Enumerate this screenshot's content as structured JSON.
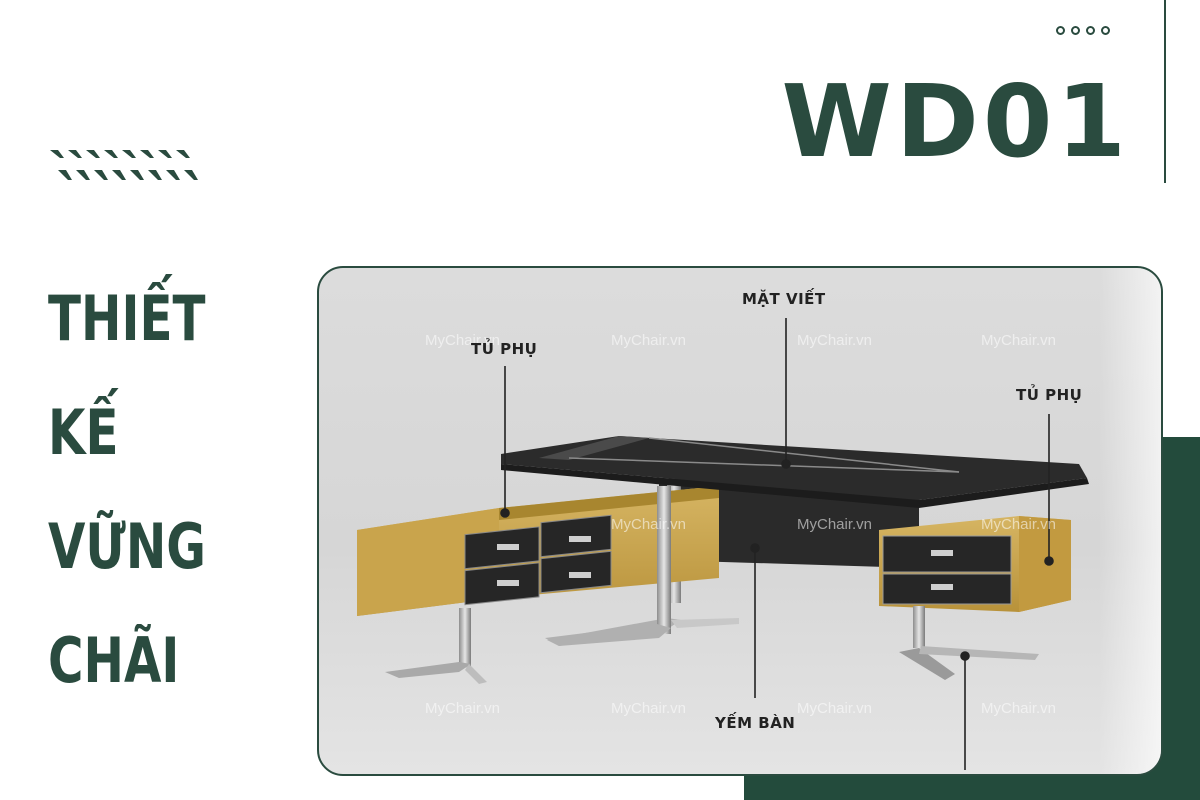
{
  "model_code": "WD01",
  "heading_lines": [
    "THIẾT",
    "KẾ",
    "VỮNG",
    "CHÃI"
  ],
  "labels": {
    "top_center": "MẶT VIẾT",
    "left_cabinet": "TỦ PHỤ",
    "right_cabinet": "TỦ PHỤ",
    "modesty_panel": "YẾM BÀN"
  },
  "watermark": "MyChair.vn",
  "colors": {
    "brand_green": "#2a4b3f",
    "dark_green_block": "#234b3c",
    "wood": "#c9a54b",
    "desk_top": "#2b2b2b",
    "steel": "#b8b8b8"
  },
  "icons": [
    "dots-decoration-icon",
    "zigzag-decoration-icon"
  ]
}
